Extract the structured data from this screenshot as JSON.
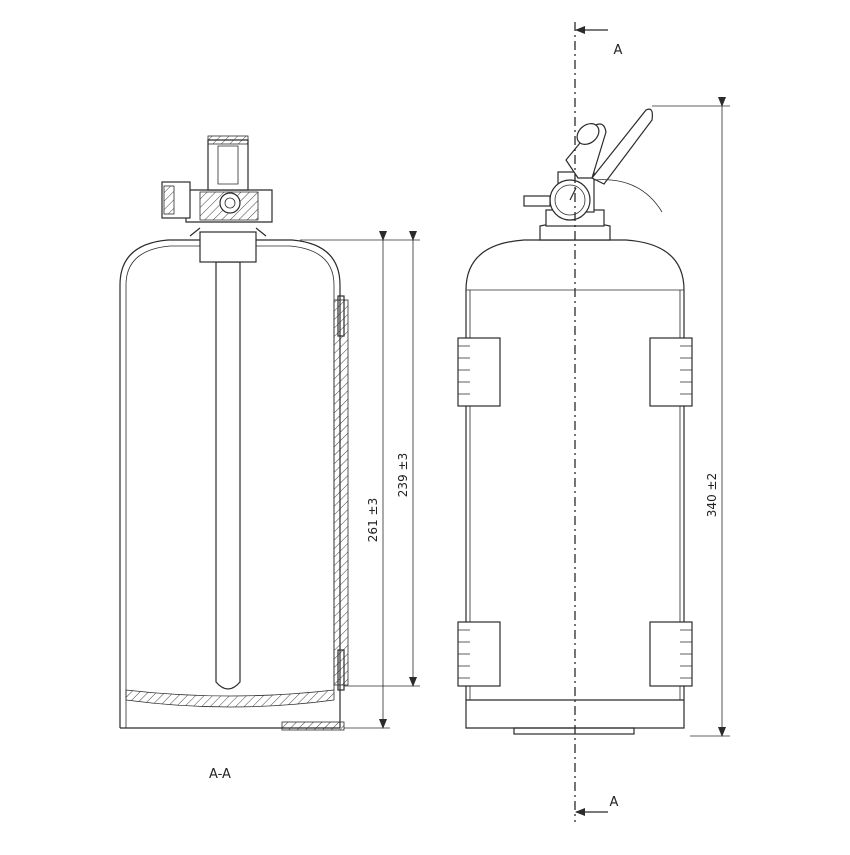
{
  "section_marker_label": "A",
  "section_view_label": "A-A",
  "dimensions": {
    "inner_height": "239 ±3",
    "section_height": "261 ±3",
    "overall_height": "340 ±2"
  }
}
